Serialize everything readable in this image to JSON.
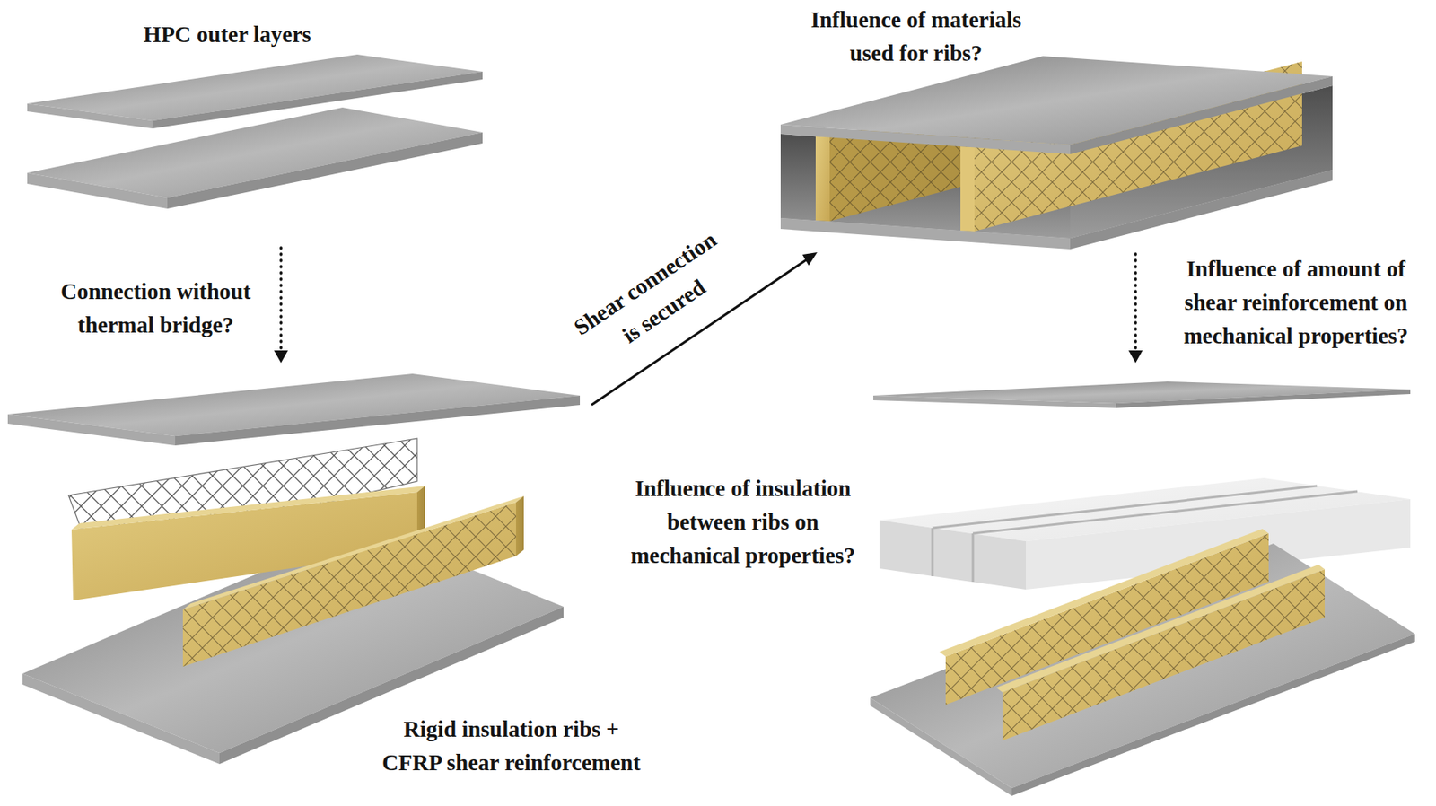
{
  "diagram": {
    "labels": [
      "HPC outer layers",
      "Connection without thermal bridge?",
      "Rigid insulation ribs + CFRP shear reinforcement",
      "Shear connection is secured",
      "Influence of materials used for ribs?",
      "Influence of amount of shear reinforcement on mechanical properties?",
      "Influence of insulation between ribs on mechanical properties?"
    ]
  }
}
